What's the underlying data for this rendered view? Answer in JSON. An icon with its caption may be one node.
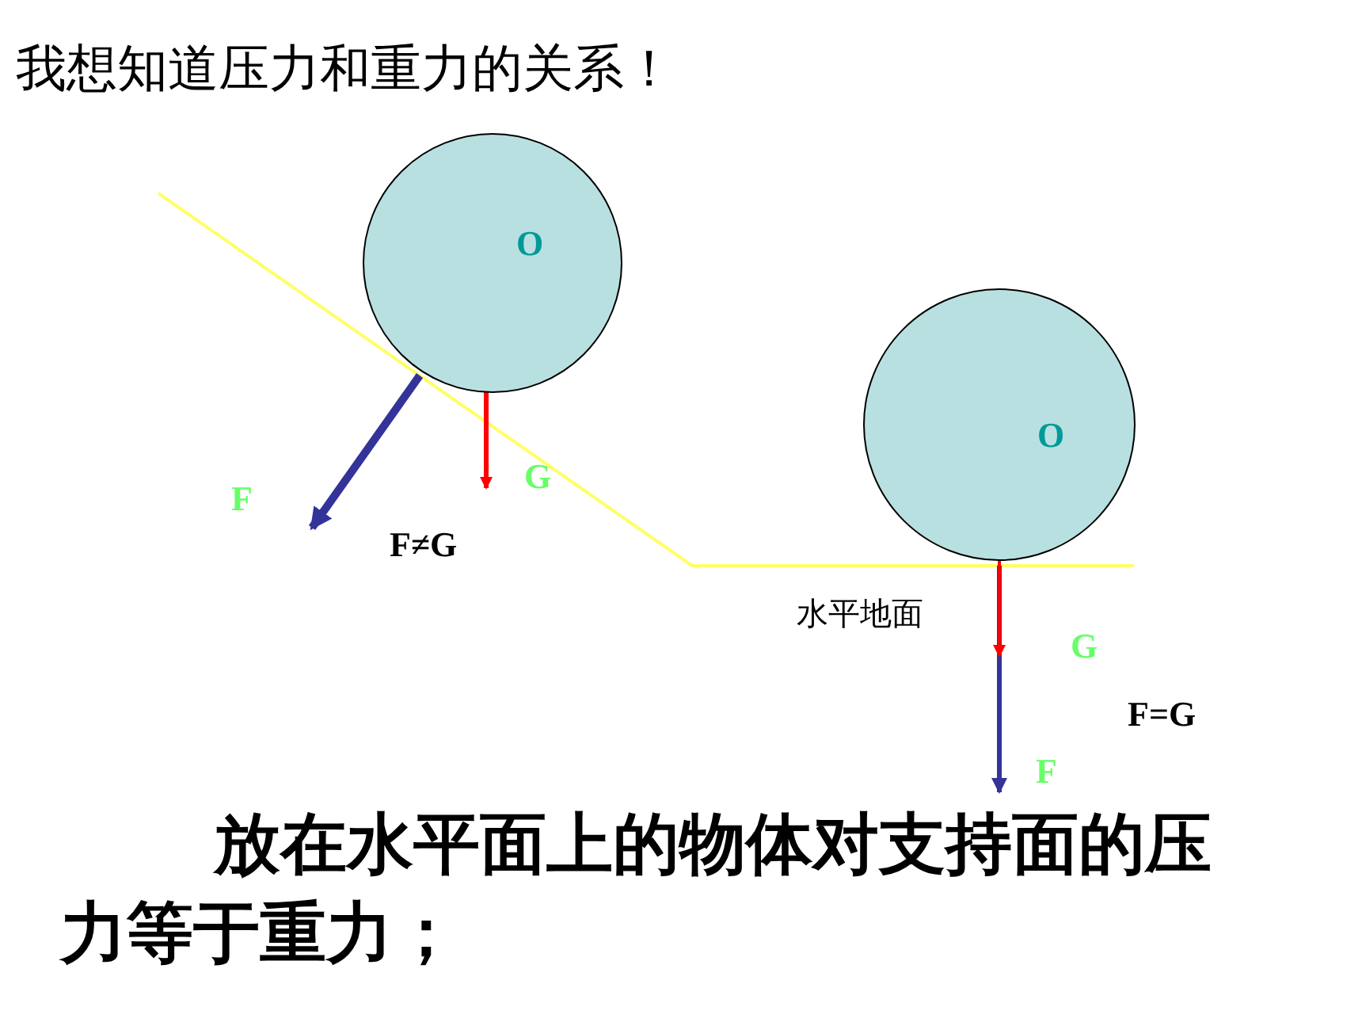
{
  "diagram": {
    "title": "我想知道压力和重力的关系！",
    "caption": "放在水平面上的物体对支持面的压力等于重力；",
    "nodes": [
      {
        "text": [
          "O"
        ]
      },
      {
        "text": [
          "O"
        ]
      }
    ],
    "labels": [
      "G",
      "F",
      "F≠G",
      "水平地面",
      "G",
      "F=G",
      "F"
    ]
  }
}
